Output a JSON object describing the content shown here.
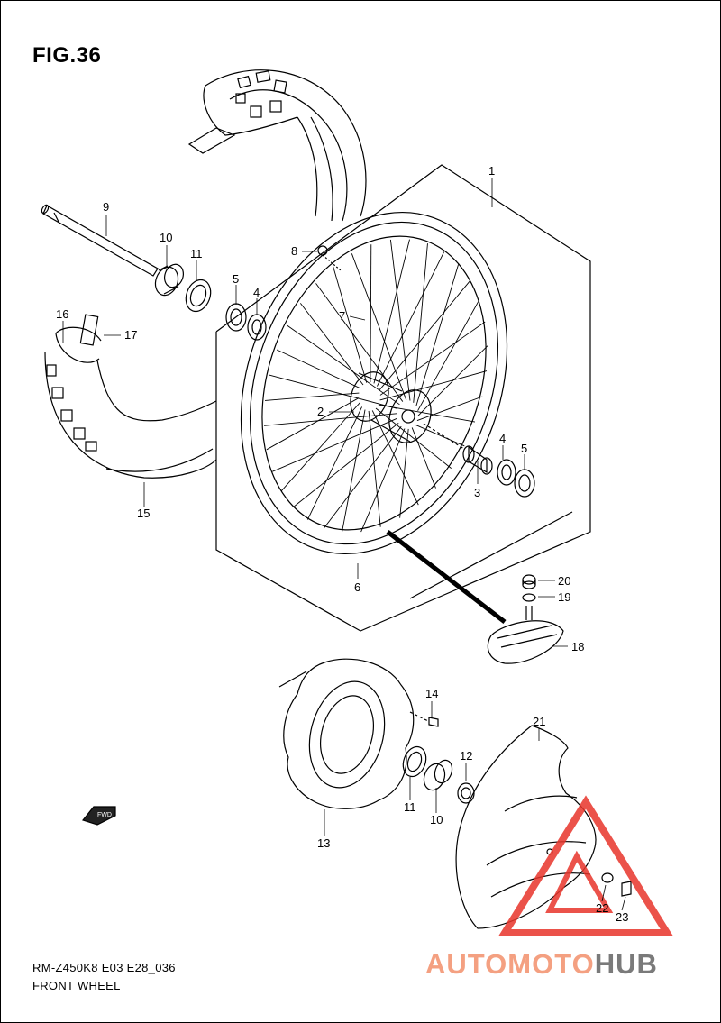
{
  "figure": {
    "title": "FIG.36",
    "model_code": "RM-Z450K8 E03 E28_036",
    "name": "FRONT WHEEL"
  },
  "fwd_badge": "FWD",
  "callouts": [
    {
      "id": "c1",
      "label": "1"
    },
    {
      "id": "c2",
      "label": "2"
    },
    {
      "id": "c3",
      "label": "3"
    },
    {
      "id": "c4a",
      "label": "4"
    },
    {
      "id": "c4b",
      "label": "4"
    },
    {
      "id": "c5a",
      "label": "5"
    },
    {
      "id": "c5b",
      "label": "5"
    },
    {
      "id": "c6",
      "label": "6"
    },
    {
      "id": "c7",
      "label": "7"
    },
    {
      "id": "c8",
      "label": "8"
    },
    {
      "id": "c9",
      "label": "9"
    },
    {
      "id": "c10a",
      "label": "10"
    },
    {
      "id": "c10b",
      "label": "10"
    },
    {
      "id": "c11a",
      "label": "11"
    },
    {
      "id": "c11b",
      "label": "11"
    },
    {
      "id": "c12",
      "label": "12"
    },
    {
      "id": "c13",
      "label": "13"
    },
    {
      "id": "c14",
      "label": "14"
    },
    {
      "id": "c15",
      "label": "15"
    },
    {
      "id": "c16",
      "label": "16"
    },
    {
      "id": "c17",
      "label": "17"
    },
    {
      "id": "c18",
      "label": "18"
    },
    {
      "id": "c19",
      "label": "19"
    },
    {
      "id": "c20",
      "label": "20"
    },
    {
      "id": "c21",
      "label": "21"
    },
    {
      "id": "c22",
      "label": "22"
    },
    {
      "id": "c23",
      "label": "23"
    }
  ],
  "watermark": {
    "part1": "AUTOMOTO",
    "part2": "HUB",
    "color_primary": "#f4a081",
    "color_secondary": "#7a7a7a",
    "triangle_color": "#e8352b"
  }
}
